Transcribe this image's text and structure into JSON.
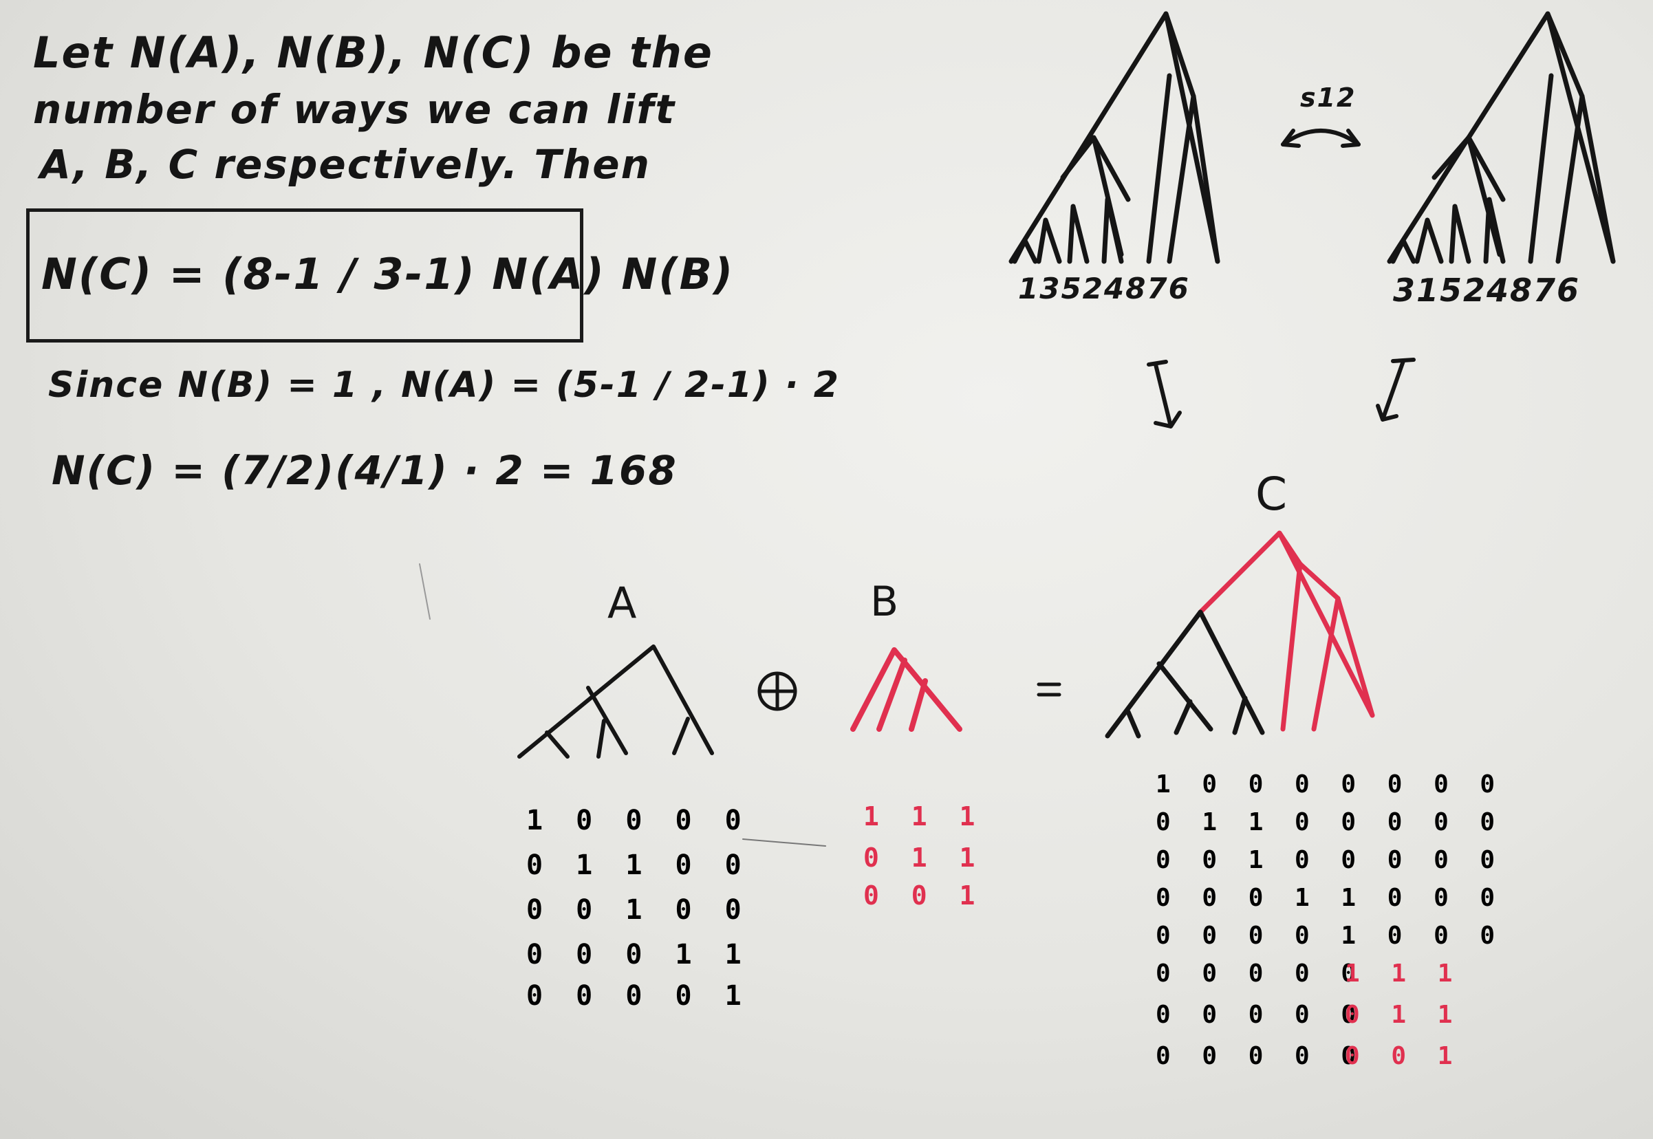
{
  "colors": {
    "ink": "#151515",
    "red": "#e0304f",
    "board": "#ececea"
  },
  "text": {
    "line1": "Let   N(A), N(B), N(C)   be   the",
    "line2": "number  of   ways  we   can  lift",
    "line3": "A, B, C   respectively.  Then",
    "boxed_formula": "N(C) = (8-1 / 3-1) N(A) N(B)",
    "line5": "Since  N(B) = 1 ,  N(A) = (5-1 / 2-1) · 2",
    "line6": "N(C) = (7/2)(4/1) · 2 = 168"
  },
  "labels": {
    "tree_left_leaves": "13524876",
    "tree_right_leaves": "31524876",
    "swap": "s12",
    "A": "A",
    "B": "B",
    "C": "C",
    "oplus": "⊕",
    "equals": "="
  },
  "matrix_A": [
    "1 0 0 0 0",
    "0 1 1 0 0",
    "0 0 1 0 0",
    "0 0 0 1 1",
    "0 0 0 0 1"
  ],
  "matrix_B": [
    "1 1 1",
    "0 1 1",
    "0 0 1"
  ],
  "matrix_C_black": [
    "1 0 0 0 0 0 0 0",
    "0 1 1 0 0 0 0 0",
    "0 0 1 0 0 0 0 0",
    "0 0 0 1 1 0 0 0",
    "0 0 0 0 1 0 0 0",
    "0 0 0 0 0",
    "0 0 0 0 0",
    "0 0 0 0 0"
  ],
  "matrix_C_red": [
    "1 1 1",
    "0 1 1",
    "0 0 1"
  ]
}
